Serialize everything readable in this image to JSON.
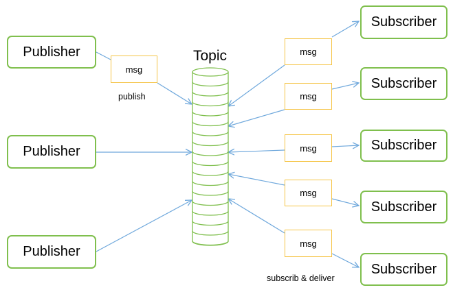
{
  "topic": {
    "label": "Topic"
  },
  "publishers": [
    {
      "label": "Publisher"
    },
    {
      "label": "Publisher"
    },
    {
      "label": "Publisher"
    }
  ],
  "subscribers": [
    {
      "label": "Subscriber"
    },
    {
      "label": "Subscriber"
    },
    {
      "label": "Subscriber"
    },
    {
      "label": "Subscriber"
    },
    {
      "label": "Subscriber"
    }
  ],
  "messages": {
    "publish": {
      "label": "msg"
    },
    "deliver": [
      {
        "label": "msg"
      },
      {
        "label": "msg"
      },
      {
        "label": "msg"
      },
      {
        "label": "msg"
      },
      {
        "label": "msg"
      }
    ]
  },
  "annotations": {
    "publish": "publish",
    "deliver": "subscrib & deliver"
  },
  "colors": {
    "publisher_border": "#7fbf4d",
    "subscriber_border": "#7fbf4d",
    "msg_border": "#f5c342",
    "arrow": "#6fa8dc",
    "topic_stroke": "#7fbf4d"
  }
}
